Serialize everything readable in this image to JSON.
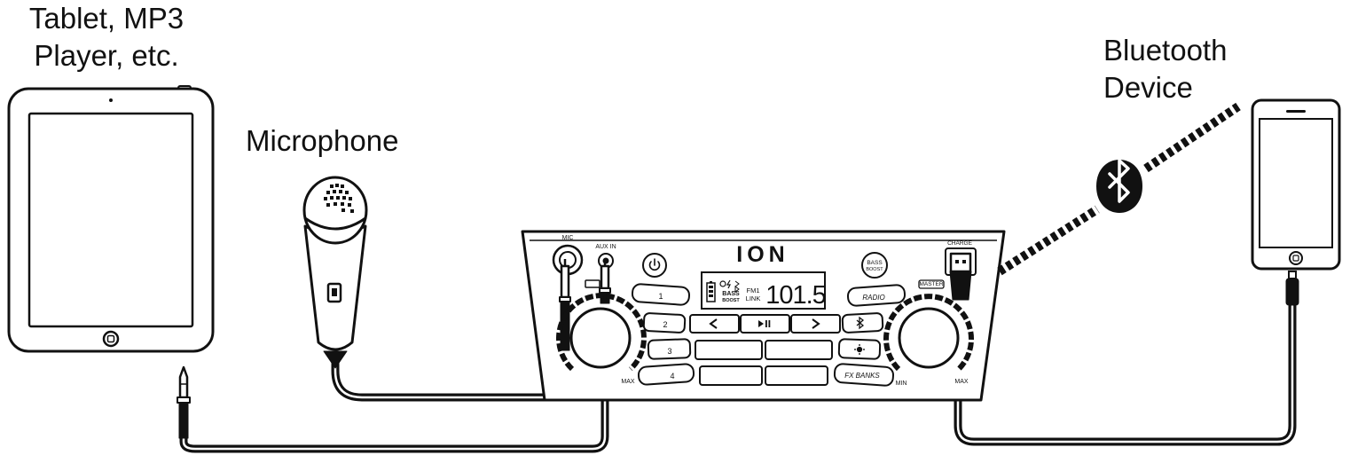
{
  "labels": {
    "tablet_line1": "Tablet, MP3",
    "tablet_line2": "Player, etc.",
    "microphone": "Microphone",
    "bluetooth_line1": "Bluetooth",
    "bluetooth_line2": "Device"
  },
  "panel": {
    "brand": "ION",
    "mic_jack": "MIC",
    "aux_jack": "AUX IN",
    "charge_port": "CHARGE",
    "master_knob": "MASTER",
    "left_knob_max": "MAX",
    "right_knob_min": "MIN",
    "right_knob_max": "MAX",
    "bass_boost_line1": "BASS",
    "bass_boost_line2": "BOOST",
    "radio_button": "RADIO",
    "fx_banks_button": "FX BANKS",
    "preset_1": "1",
    "preset_2": "2",
    "preset_3": "3",
    "preset_4": "4",
    "display": {
      "bass_line1": "BASS",
      "bass_line2": "BOOST",
      "fm_line1": "FM1",
      "fm_line2": "LINK",
      "frequency": "101.5"
    }
  },
  "icons": [
    "power-icon",
    "previous-icon",
    "play-pause-icon",
    "next-icon",
    "bluetooth-icon",
    "light-icon",
    "battery-icon",
    "bluetooth-badge-icon"
  ],
  "colors": {
    "ink": "#111111",
    "background": "#ffffff"
  }
}
